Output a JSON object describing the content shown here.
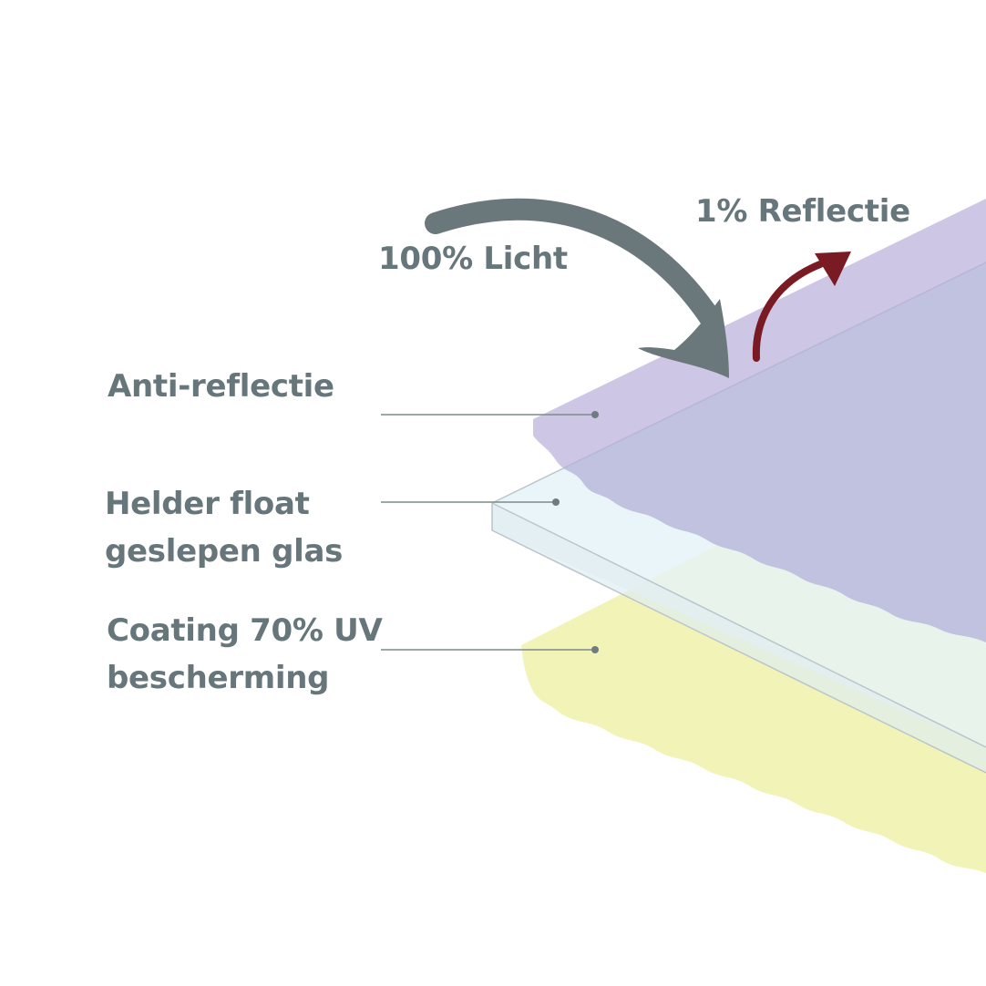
{
  "labels": {
    "light": "100% Licht",
    "reflection": "1% Reflectie",
    "anti_reflection": "Anti-reflectie",
    "glass": [
      "Helder float",
      "geslepen glas"
    ],
    "coating": [
      "Coating 70% UV",
      "bescherming"
    ]
  },
  "colors": {
    "text": "#66767a",
    "light_arrow": "#6b787b",
    "reflection_arrow": "#7a1a22",
    "anti_reflection_layer": "#cdc6e4",
    "glass_layer": "#e4f2f8",
    "glass_behind_anti_reflection": "#c0c2e0",
    "coating_layer": "#f1f2b3",
    "leader_line": "#7f8a8c"
  },
  "icons": [
    "curved-arrow-down-icon",
    "curved-arrow-up-icon"
  ]
}
